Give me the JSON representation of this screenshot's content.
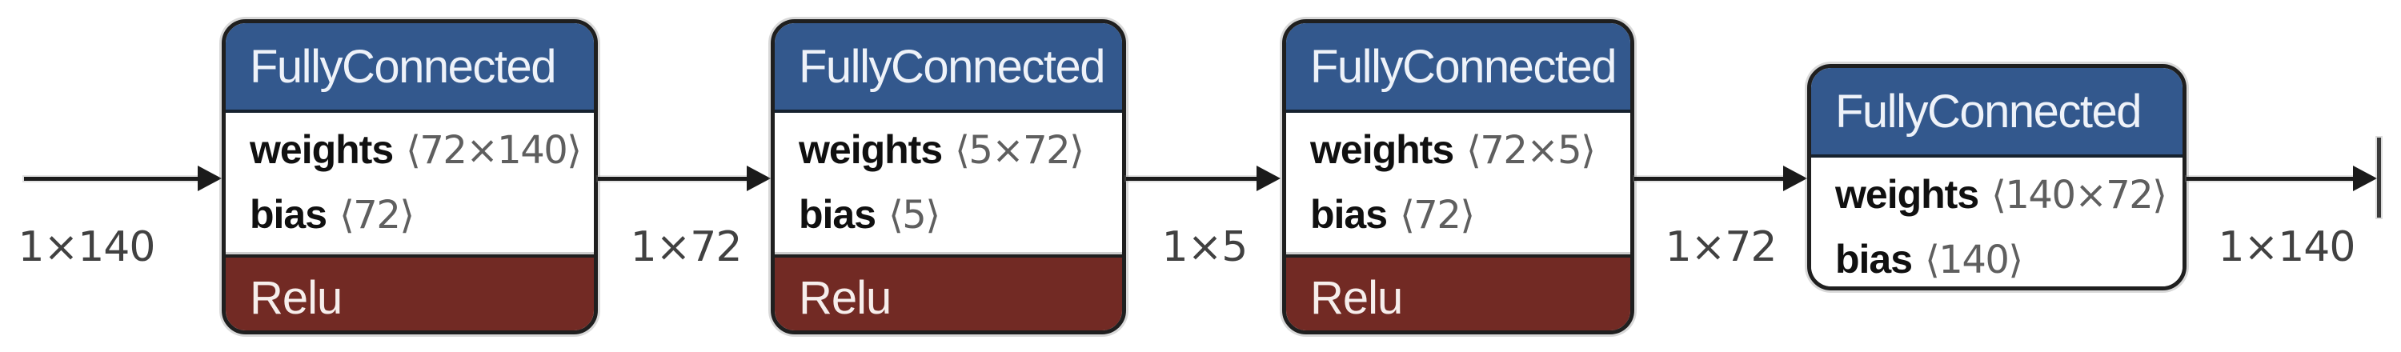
{
  "diagram": {
    "kind": "neural-network-layer-graph",
    "edges": [
      {
        "label": "1×140"
      },
      {
        "label": "1×72"
      },
      {
        "label": "1×5"
      },
      {
        "label": "1×72"
      },
      {
        "label": "1×140"
      }
    ],
    "nodes": [
      {
        "title": "FullyConnected",
        "params": [
          {
            "name": "weights",
            "dims": "⟨72×140⟩"
          },
          {
            "name": "bias",
            "dims": "⟨72⟩"
          }
        ],
        "activation": "Relu"
      },
      {
        "title": "FullyConnected",
        "params": [
          {
            "name": "weights",
            "dims": "⟨5×72⟩"
          },
          {
            "name": "bias",
            "dims": "⟨5⟩"
          }
        ],
        "activation": "Relu"
      },
      {
        "title": "FullyConnected",
        "params": [
          {
            "name": "weights",
            "dims": "⟨72×5⟩"
          },
          {
            "name": "bias",
            "dims": "⟨72⟩"
          }
        ],
        "activation": "Relu"
      },
      {
        "title": "FullyConnected",
        "params": [
          {
            "name": "weights",
            "dims": "⟨140×72⟩"
          },
          {
            "name": "bias",
            "dims": "⟨140⟩"
          }
        ]
      }
    ],
    "colors": {
      "node_header": "#33588d",
      "activation_bar": "#722a24",
      "node_border": "#1f1f1f",
      "arrow": "#1b1b1b",
      "edge_label_text": "#414141",
      "param_dims_text": "#5f5f5f"
    }
  }
}
